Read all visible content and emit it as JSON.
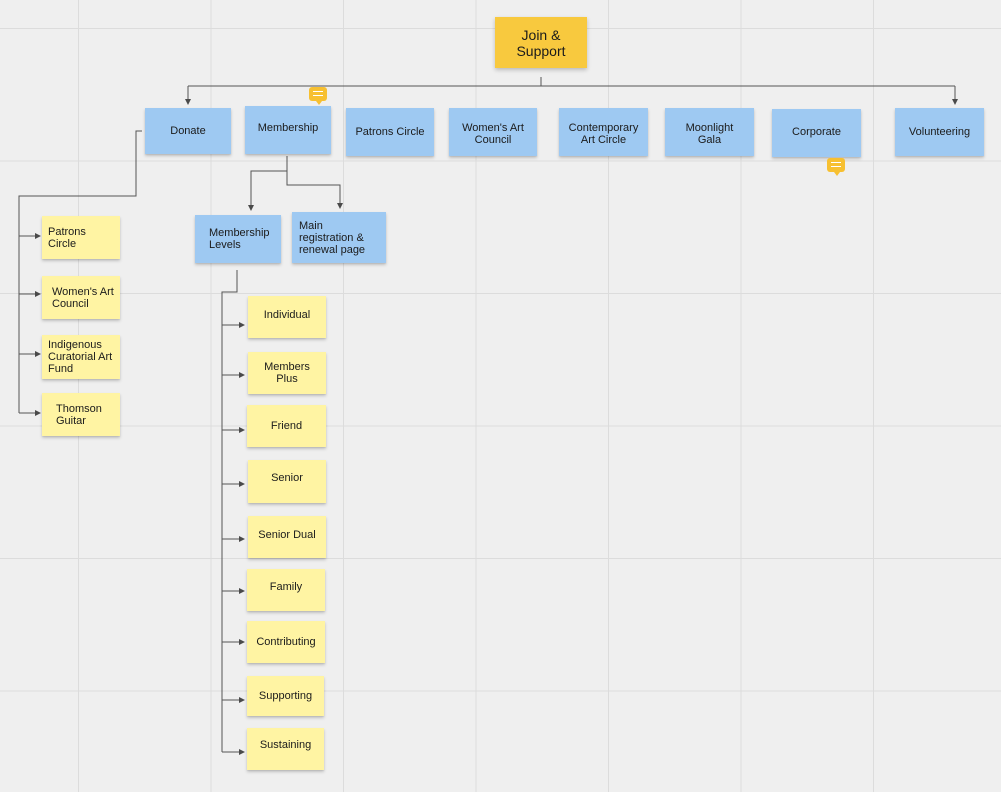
{
  "root": {
    "label": "Join & Support",
    "color": "#f8c93e"
  },
  "colors": {
    "blue_sticky": "#9ec9f2",
    "yellow_sticky": "#fff4a3",
    "comment": "#f7c031",
    "connector": "#4a4a4a"
  },
  "categories": [
    {
      "label": "Donate"
    },
    {
      "label": "Membership"
    },
    {
      "label": "Patrons Circle"
    },
    {
      "label": "Women's Art Council"
    },
    {
      "label": "Contemporary Art Circle"
    },
    {
      "label": "Moonlight Gala"
    },
    {
      "label": "Corporate"
    },
    {
      "label": "Volunteering"
    }
  ],
  "donate_children": [
    {
      "label": "Patrons Circle"
    },
    {
      "label": "Women's Art Council"
    },
    {
      "label": "Indigenous Curatorial Art Fund"
    },
    {
      "label": "Thomson Guitar"
    }
  ],
  "membership_children": [
    {
      "label": "Membership Levels"
    },
    {
      "label": "Main registration & renewal page"
    }
  ],
  "membership_levels": [
    {
      "label": "Individual"
    },
    {
      "label": "Members Plus"
    },
    {
      "label": "Friend"
    },
    {
      "label": "Senior"
    },
    {
      "label": "Senior Dual"
    },
    {
      "label": "Family"
    },
    {
      "label": "Contributing"
    },
    {
      "label": "Supporting"
    },
    {
      "label": "Sustaining"
    }
  ],
  "comment_icons": [
    {
      "name": "comment-icon"
    },
    {
      "name": "comment-icon"
    }
  ]
}
